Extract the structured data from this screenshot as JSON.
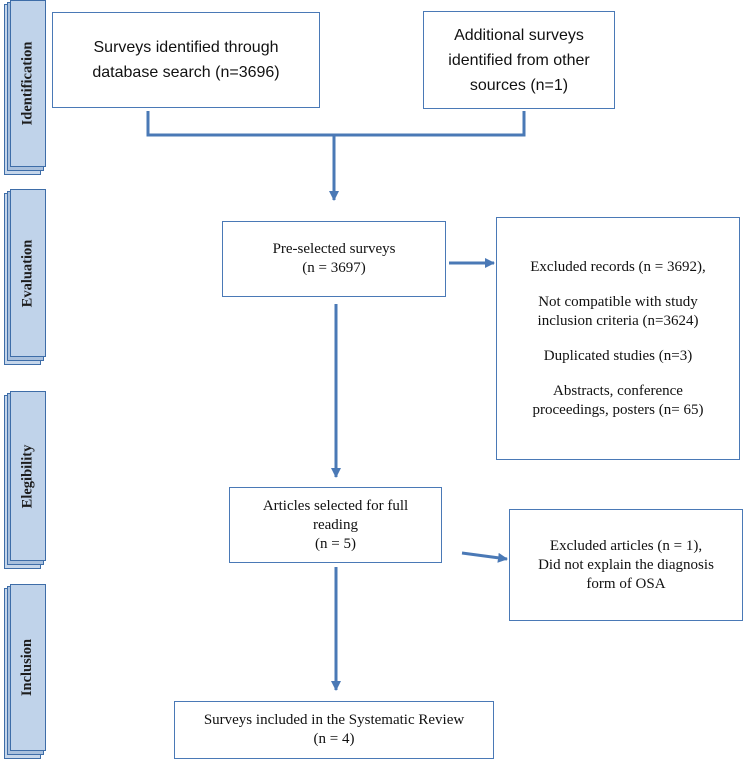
{
  "stages": [
    {
      "id": "identification",
      "label": "Identification"
    },
    {
      "id": "evaluation",
      "label": "Evaluation"
    },
    {
      "id": "elegibility",
      "label": "Elegibility"
    },
    {
      "id": "inclusion",
      "label": "Inclusion"
    }
  ],
  "boxes": {
    "database_search": {
      "lines": [
        "Surveys identified through",
        "database search (n=3696)"
      ]
    },
    "other_sources": {
      "lines": [
        "Additional surveys",
        "identified from other",
        "sources (n=1)"
      ]
    },
    "pre_selected": {
      "lines": [
        "Pre-selected surveys",
        "(n = 3697)"
      ]
    },
    "excluded_records": {
      "lines": [
        "Excluded records (n = 3692),",
        "",
        "Not compatible with study",
        "inclusion criteria (n=3624)",
        "",
        "Duplicated studies (n=3)",
        "",
        "Abstracts, conference",
        "proceedings, posters (n= 65)"
      ]
    },
    "full_reading": {
      "lines": [
        "Articles selected for full",
        "reading",
        "(n = 5)"
      ]
    },
    "excluded_articles": {
      "lines": [
        "Excluded articles (n = 1),",
        "Did not explain the diagnosis",
        "form of OSA"
      ]
    },
    "included": {
      "lines": [
        "Surveys included in the Systematic Review",
        "(n = 4)"
      ]
    }
  },
  "colors": {
    "arrow": "#4a79b6",
    "box_border": "#4a79b6",
    "tab_fill": "#c0d3ea",
    "tab_border": "#3e6da8"
  }
}
